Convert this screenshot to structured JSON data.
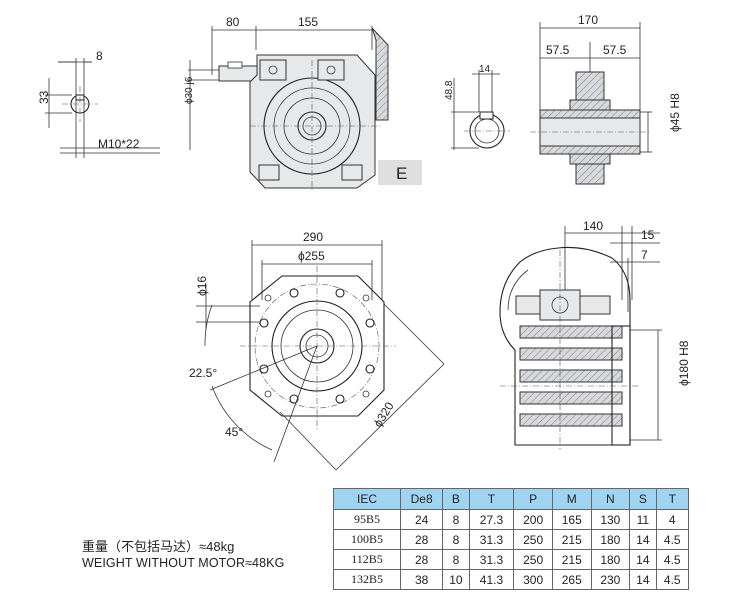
{
  "view_label": "E",
  "dimensions": {
    "shaft_key_width": "8",
    "shaft_height": "33",
    "shaft_thread": "M10*22",
    "side_80": "80",
    "side_155": "155",
    "shaft_dia": "ϕ30 j6",
    "key_14": "14",
    "dim_48_8": "48.8",
    "width_170": "170",
    "half_57_5_left": "57.5",
    "half_57_5_right": "57.5",
    "bore_45": "ϕ45 H8",
    "flange_290": "290",
    "flange_255": "ϕ255",
    "hole_16": "ϕ16",
    "angle_22_5": "22.5°",
    "angle_45": "45°",
    "dia_320": "ϕ320",
    "dim_140": "140",
    "dim_15": "15",
    "dim_7": "7",
    "spigot_180": "ϕ180 H8"
  },
  "weight": {
    "cn": "重量（不包括马达）≈48kg",
    "en": "WEIGHT WITHOUT MOTOR≈48KG"
  },
  "table": {
    "headers": [
      "IEC",
      "De8",
      "B",
      "T",
      "P",
      "M",
      "N",
      "S",
      "T"
    ],
    "rows": [
      [
        "95B5",
        "24",
        "8",
        "27.3",
        "200",
        "165",
        "130",
        "11",
        "4"
      ],
      [
        "100B5",
        "28",
        "8",
        "31.3",
        "250",
        "215",
        "180",
        "14",
        "4.5"
      ],
      [
        "112B5",
        "28",
        "8",
        "31.3",
        "250",
        "215",
        "180",
        "14",
        "4.5"
      ],
      [
        "132B5",
        "38",
        "10",
        "41.3",
        "300",
        "265",
        "230",
        "14",
        "4.5"
      ]
    ]
  }
}
